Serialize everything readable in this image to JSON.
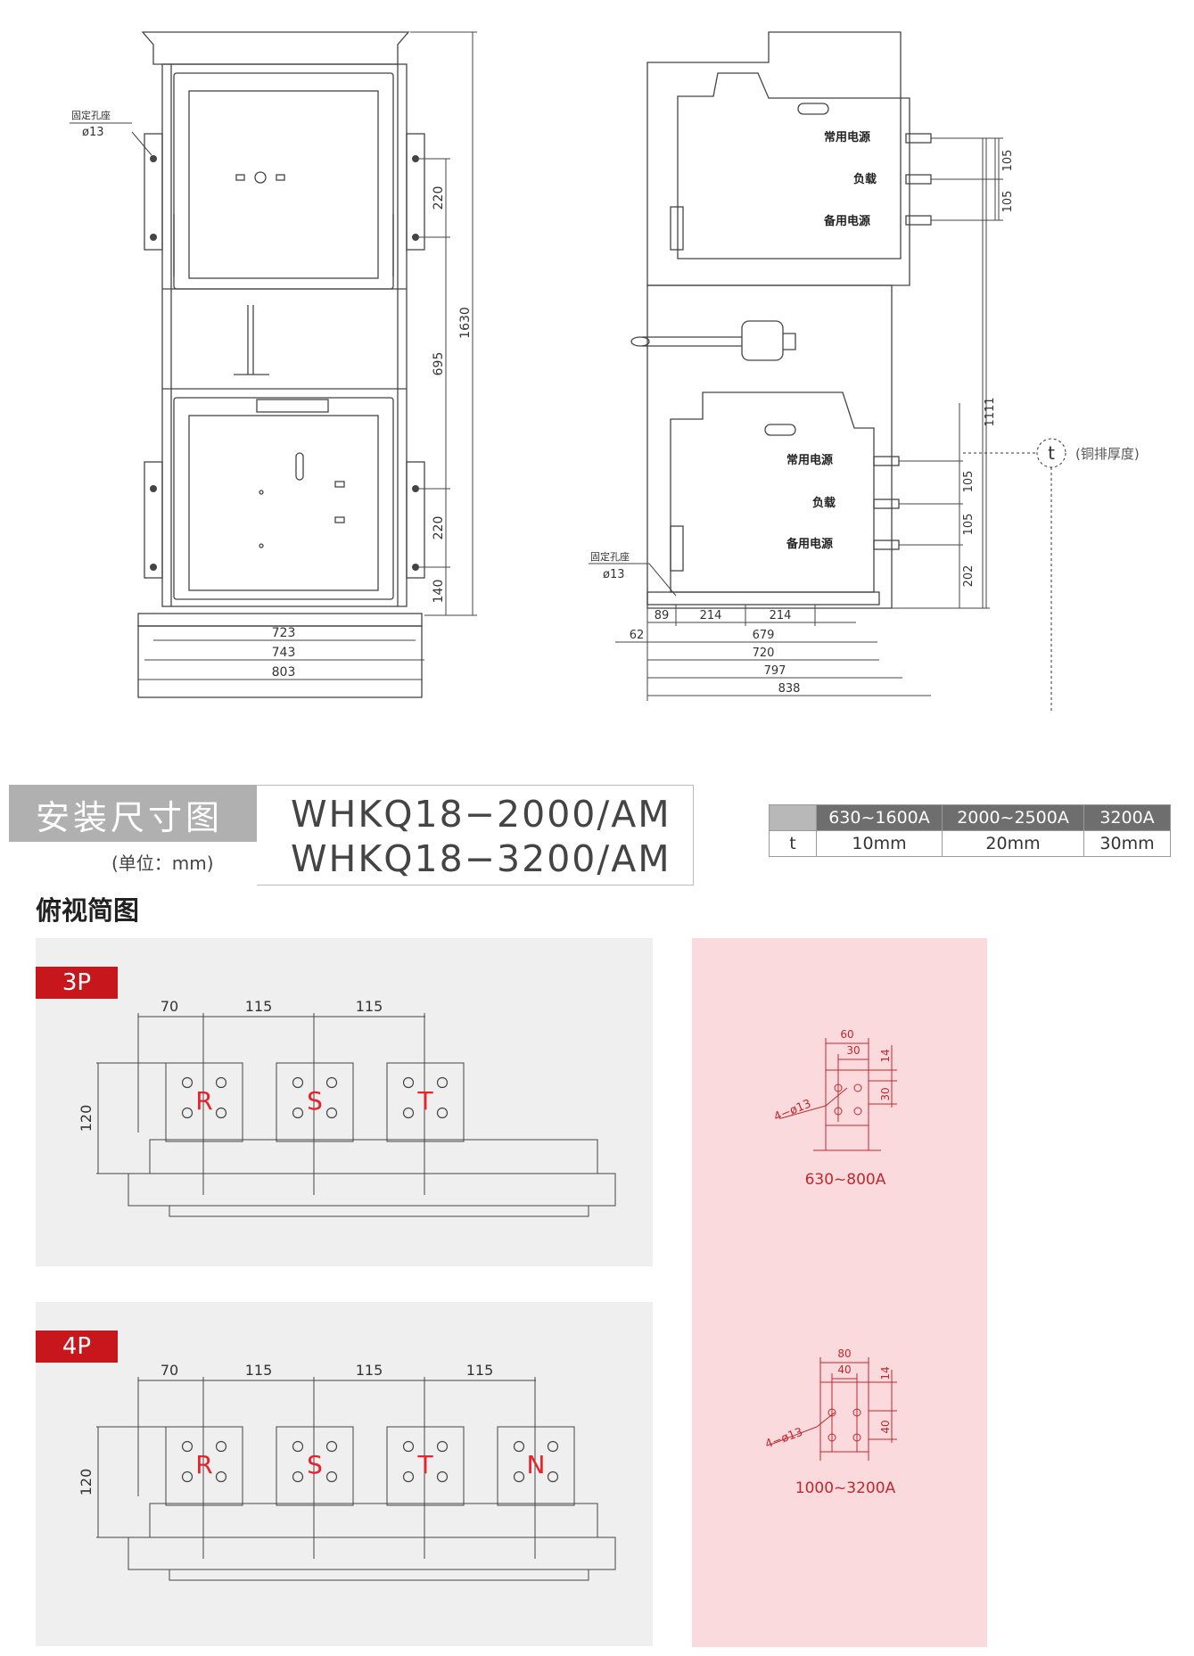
{
  "front_view": {
    "hole_label": "固定孔座",
    "hole_dia": "ø13",
    "dims": [
      "220",
      "695",
      "1630",
      "220",
      "140",
      "723",
      "743",
      "803"
    ]
  },
  "side_view": {
    "upper_labels": [
      "常用电源",
      "负载",
      "备用电源"
    ],
    "lower_labels": [
      "常用电源",
      "负载",
      "备用电源"
    ],
    "right_dims_upper": [
      "105",
      "105"
    ],
    "right_dims_lower": [
      "105",
      "105",
      "202"
    ],
    "height_dim": "1111",
    "hole_label": "固定孔座",
    "hole_dia": "ø13",
    "bottom_dims": [
      "89",
      "214",
      "214",
      "62",
      "679",
      "720",
      "797",
      "838"
    ],
    "t_symbol": "t",
    "t_note": "(铜排厚度)"
  },
  "title": {
    "main": "安装尺寸图",
    "unit": "(单位：mm)",
    "models": [
      "WHKQ18−2000/AM",
      "WHKQ18−3200/AM"
    ]
  },
  "thickness_table": {
    "header": [
      "",
      "630~1600A",
      "2000~2500A",
      "3200A"
    ],
    "row": [
      "t",
      "10mm",
      "20mm",
      "30mm"
    ]
  },
  "top_view": {
    "section_title": "俯视简图",
    "p3": {
      "badge": "3P",
      "dims": [
        "70",
        "115",
        "115"
      ],
      "height": "120",
      "phases": [
        "R",
        "S",
        "T"
      ]
    },
    "p4": {
      "badge": "4P",
      "dims": [
        "70",
        "115",
        "115",
        "115"
      ],
      "height": "120",
      "phases": [
        "R",
        "S",
        "T",
        "N"
      ]
    }
  },
  "busbar": {
    "a": {
      "w": "60",
      "half": "30",
      "top": "14",
      "pitch": "30",
      "holes": "4−ø13",
      "caption": "630~800A"
    },
    "b": {
      "w": "80",
      "half": "40",
      "top": "14",
      "pitch": "40",
      "holes": "4−ø13",
      "caption": "1000~3200A"
    }
  },
  "colors": {
    "accent_red": "#c8161d",
    "phase_red": "#e8212a",
    "pink_bg": "#fadadd",
    "panel_grey": "#efefef"
  }
}
